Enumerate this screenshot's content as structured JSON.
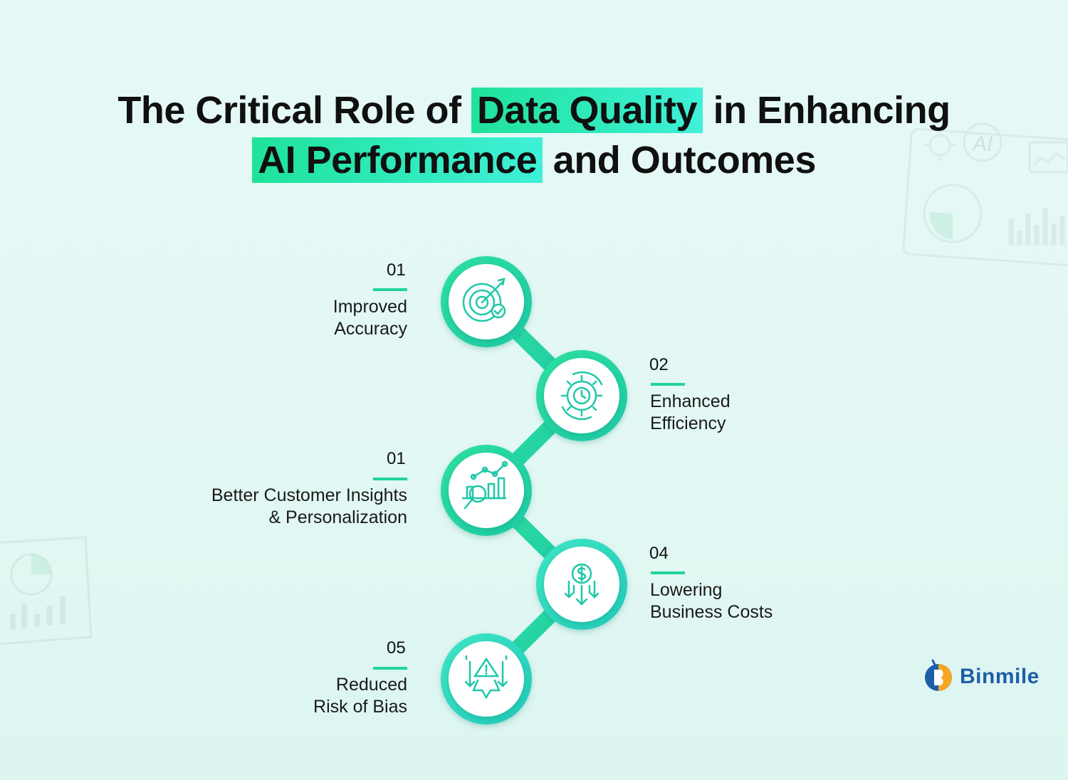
{
  "title": {
    "line1_pre": "The Critical Role of ",
    "line1_highlight": "Data Quality",
    "line1_post": " in Enhancing",
    "line2_highlight": "AI Performance",
    "line2_post": " and Outcomes"
  },
  "steps": [
    {
      "number": "01",
      "label": "Improved\nAccuracy",
      "icon": "target-check-icon"
    },
    {
      "number": "02",
      "label": "Enhanced\nEfficiency",
      "icon": "gear-clock-icon"
    },
    {
      "number": "01",
      "label": "Better Customer Insights\n& Personalization",
      "icon": "analytics-magnifier-icon"
    },
    {
      "number": "04",
      "label": "Lowering\nBusiness Costs",
      "icon": "dollar-down-arrows-icon"
    },
    {
      "number": "05",
      "label": "Reduced\nRisk of Bias",
      "icon": "warning-down-arrows-icon"
    }
  ],
  "decor": {
    "monitor_badge": "AI"
  },
  "brand": {
    "name": "Binmile"
  },
  "colors": {
    "accent_green": "#1fe29a",
    "accent_cyan": "#3ff0d8",
    "bar": "#22d49a",
    "icon_stroke": "#1fc8a8"
  }
}
